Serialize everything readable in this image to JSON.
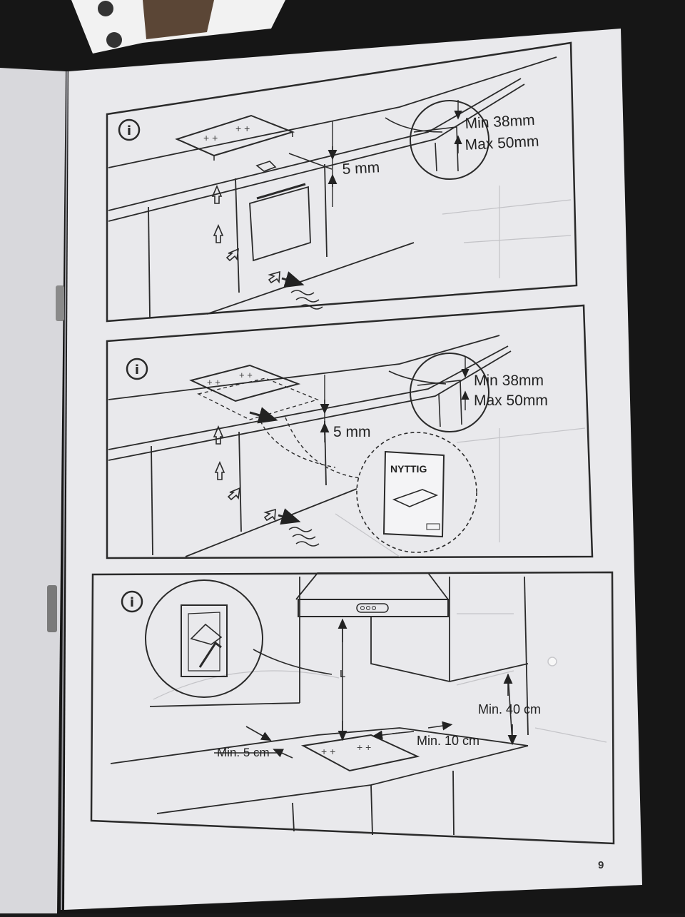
{
  "page": {
    "number": "9"
  },
  "panels": [
    {
      "info_icon": "i",
      "dimensions": {
        "min": "Min 38mm",
        "max": "Max 50mm",
        "gap": "5 mm"
      }
    },
    {
      "info_icon": "i",
      "dimensions": {
        "min": "Min 38mm",
        "max": "Max 50mm",
        "gap": "5 mm"
      },
      "product_label": "NYTTIG"
    },
    {
      "info_icon": "i",
      "dimensions": {
        "height": "L",
        "side_clearance": "Min. 5 cm",
        "back_clearance": "Min. 10 cm",
        "cabinet_clearance": "Min. 40 cm"
      }
    }
  ],
  "colors": {
    "paper": "#e9e9ec",
    "ink": "#2a2a2a",
    "faint_ink": "#b8b8bc",
    "background": "#1a1a1a"
  }
}
